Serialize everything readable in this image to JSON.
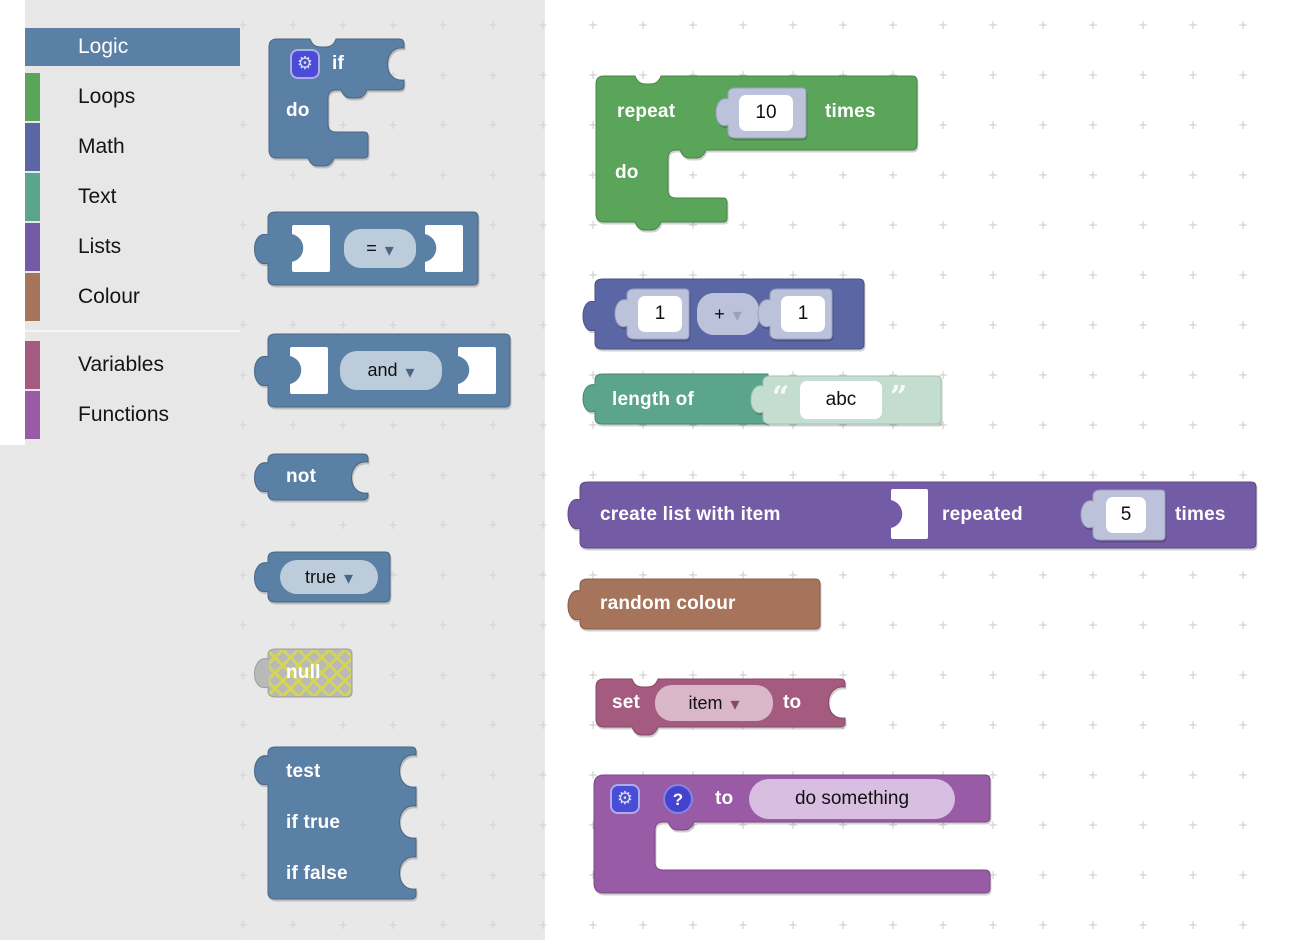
{
  "toolbox": {
    "categories": [
      {
        "label": "Logic",
        "color": "#5b80a5",
        "selected": true
      },
      {
        "label": "Loops",
        "color": "#5ba55b"
      },
      {
        "label": "Math",
        "color": "#5b67a5"
      },
      {
        "label": "Text",
        "color": "#5ba58c"
      },
      {
        "label": "Lists",
        "color": "#745ba5"
      },
      {
        "label": "Colour",
        "color": "#a5745b"
      },
      {
        "label": "Variables",
        "color": "#a55b80",
        "separator_before": true
      },
      {
        "label": "Functions",
        "color": "#995ba5"
      }
    ]
  },
  "glyphs": {
    "gear": "⚙",
    "help": "?",
    "arrow": "▾",
    "quote_open": "“",
    "quote_close": "”"
  },
  "colors": {
    "logic": "#5b80a5",
    "logic_dark": "#496684",
    "logic_field": "#bdccdb",
    "loops": "#5ba55b",
    "loops_dark": "#498449",
    "math": "#5b67a5",
    "math_dark": "#495284",
    "text": "#5ba58c",
    "text_dark": "#498470",
    "lists": "#745ba5",
    "lists_dark": "#5d4984",
    "colour": "#a5745b",
    "colour_dark": "#845d49",
    "variables": "#a55b80",
    "variables_dark": "#844966",
    "variables_field": "#d9b7c9",
    "functions": "#995ba5",
    "functions_dark": "#7a4984",
    "functions_field": "#d8bfe1",
    "shadow_num": "#bdc2db",
    "shadow_num_dark": "#9b9fc0",
    "shadow_text": "#c4ddd1",
    "shadow_text_dark": "#a2c3b3",
    "disabled_fill": "#b9b9b9",
    "disabled_dark": "#9e9e9e",
    "hatch": "#d9d94a",
    "mutator_icon_bg": "#4a4bd6",
    "help_icon_bg": "#4343d0",
    "grid_workspace": "#c9c9c9",
    "grid_flyout": "#d2d2d2"
  },
  "flyout": {
    "if_block": {
      "if": "if",
      "do": "do"
    },
    "compare_block": {
      "op": "="
    },
    "and_block": {
      "op": "and"
    },
    "not_block": {
      "label": "not"
    },
    "bool_block": {
      "value": "true"
    },
    "null_block": {
      "label": "null"
    },
    "ternary_block": {
      "test": "test",
      "if_true": "if true",
      "if_false": "if false"
    }
  },
  "workspace": {
    "repeat_block": {
      "repeat": "repeat",
      "count": "10",
      "times": "times",
      "do": "do"
    },
    "math_block": {
      "a": "1",
      "op": "+",
      "b": "1"
    },
    "length_block": {
      "label": "length of",
      "value": "abc"
    },
    "list_block": {
      "create": "create list with item",
      "repeated": "repeated",
      "count": "5",
      "times": "times"
    },
    "colour_block": {
      "label": "random colour"
    },
    "set_block": {
      "set": "set",
      "var": "item",
      "to": "to"
    },
    "function_block": {
      "to": "to",
      "name": "do something"
    }
  }
}
